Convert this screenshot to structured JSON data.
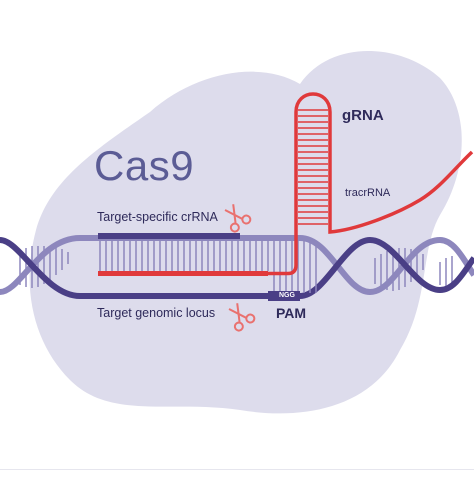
{
  "title": "Cas9",
  "labels": {
    "grna": "gRNA",
    "tracrrna": "tracrRNA",
    "crrna": "Target-specific crRNA",
    "locus": "Target genomic locus",
    "pam": "PAM",
    "pam_seq": "NGG"
  },
  "colors": {
    "protein_blob": "#dddcec",
    "dna_strand": "#4a3f86",
    "dna_strand_back": "#8d87bd",
    "rna": "#e0393b",
    "scissors": "#e9716f",
    "text": "#2e2a5a",
    "cas9_text": "#5b5c95"
  },
  "icons": [
    "scissors-icon-crrna",
    "scissors-icon-locus"
  ]
}
